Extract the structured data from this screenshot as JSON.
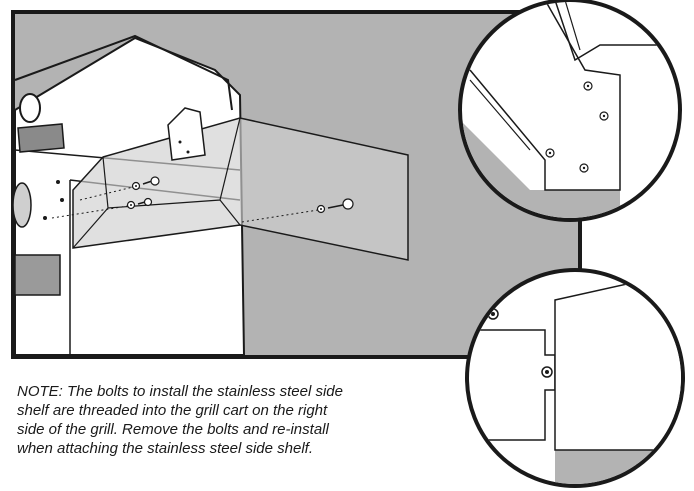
{
  "note": {
    "lines": [
      "NOTE: The bolts to install the stainless steel side",
      "shelf are threaded into the grill cart on the right",
      "side of the grill. Remove the bolts and re-install",
      "when attaching the stainless steel side shelf."
    ]
  },
  "colors": {
    "background_gray": "#b3b3b3",
    "line": "#1a1a1a",
    "shelf_fill": "#d0d0d0",
    "white": "#ffffff"
  },
  "icons": {
    "bolt": "bolt-icon",
    "washer": "washer-icon"
  }
}
